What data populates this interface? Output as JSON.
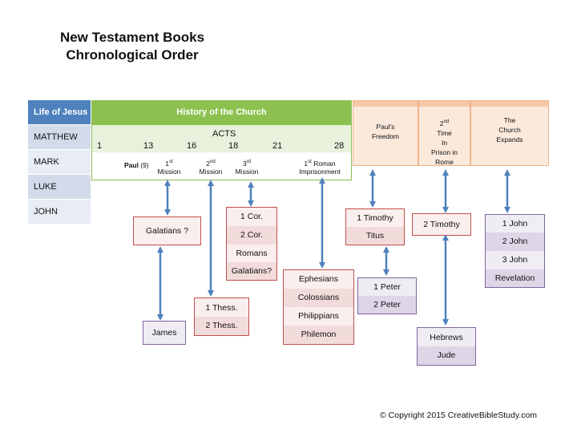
{
  "title": {
    "line1": "New Testament Books",
    "line2": "Chronological Order"
  },
  "gospels": {
    "header": "Life of Jesus",
    "items": [
      "MATTHEW",
      "MARK",
      "LUKE",
      "JOHN"
    ]
  },
  "history": {
    "header": "History of the Church",
    "acts": "ACTS",
    "chapters": [
      "1",
      "13",
      "16",
      "18",
      "21",
      "28"
    ],
    "paul": "Paul",
    "paul_years": "(9)",
    "missions": [
      {
        "num": "1",
        "sup": "st",
        "label": "Mission"
      },
      {
        "num": "2",
        "sup": "nd",
        "label": "Mission"
      },
      {
        "num": "3",
        "sup": "rd",
        "label": "Mission"
      }
    ],
    "roman": {
      "num": "1",
      "sup": "st",
      "word": "Roman",
      "label": "Imprisonment"
    }
  },
  "periods": {
    "freedom": {
      "line1": "Paul's",
      "line2": "Freedom"
    },
    "second": {
      "num": "2",
      "sup": "nd",
      "line1": "Time",
      "line2": "In",
      "line3": "Prison in",
      "line4": "Rome"
    },
    "church": {
      "line1": "The",
      "line2": "Church",
      "line3": "Expands"
    }
  },
  "books": {
    "galatians": "Galatians ?",
    "james": "James",
    "group3": [
      "1 Cor.",
      "2 Cor.",
      "Romans",
      "Galatians?"
    ],
    "thess": [
      "1 Thess.",
      "2 Thess."
    ],
    "prison": [
      "Ephesians",
      "Colossians",
      "Philippians",
      "Philemon"
    ],
    "pastoral": [
      "1 Timothy",
      "Titus"
    ],
    "peter": [
      "1 Peter",
      "2 Peter"
    ],
    "timothy2": "2 Timothy",
    "hebrews": [
      "Hebrews",
      "Jude"
    ],
    "john": [
      "1 John",
      "2 John",
      "3 John",
      "Revelation"
    ]
  },
  "copyright": "© Copyright 2015 CreativeBibleStudy.com",
  "colors": {
    "green": "#8dc14f",
    "blue": "#4f81bd",
    "orange": "#f0b48a",
    "red": "#c0504d",
    "purple": "#8064a2",
    "arrow": "#4f81bd"
  }
}
